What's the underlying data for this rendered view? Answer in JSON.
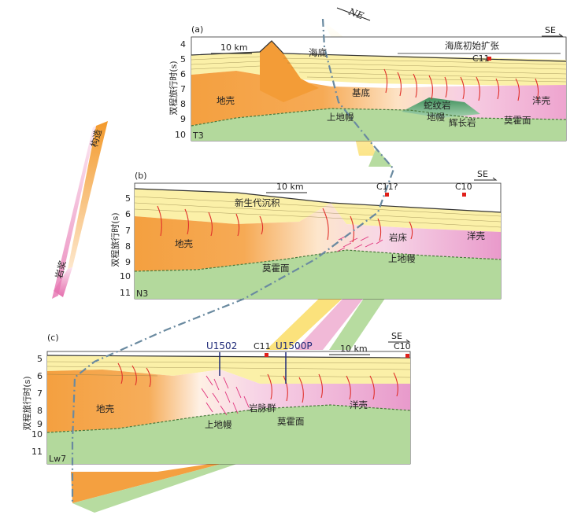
{
  "direction_labels": {
    "ne": "NE",
    "se": "SE"
  },
  "legend": {
    "tectonics": "构造",
    "magma": "岩浆"
  },
  "panels": [
    {
      "id": "(a)",
      "ylabel": "双程旅行时(s)",
      "ticks": [
        "4",
        "5",
        "6",
        "7",
        "8",
        "9",
        "10"
      ],
      "horizon": "T3",
      "scale": "10 km",
      "labels": {
        "seafloor": "海底",
        "rifting": "海底初始扩张",
        "basement": "基底",
        "crust": "地壳",
        "serpentinite": "蛇纹岩",
        "mantle": "地幔",
        "pyroxenite": "辉长岩",
        "upper_mantle": "上地幔",
        "moho": "莫霍面",
        "oceanic_crust": "洋壳"
      },
      "sites": [
        "C11"
      ]
    },
    {
      "id": "(b)",
      "ylabel": "双程旅行时(s)",
      "ticks": [
        "5",
        "6",
        "7",
        "8",
        "9",
        "10",
        "11"
      ],
      "horizon": "N3",
      "scale": "10 km",
      "labels": {
        "cenozoic": "新生代沉积",
        "crust": "地壳",
        "sill": "岩床",
        "oceanic_crust": "洋壳",
        "upper_mantle": "上地幔",
        "moho": "莫霍面"
      },
      "sites": [
        "C11?",
        "C10"
      ]
    },
    {
      "id": "(c)",
      "ylabel": "双程旅行时(s)",
      "ticks": [
        "5",
        "6",
        "7",
        "8",
        "9",
        "10",
        "11"
      ],
      "horizon": "Lw7",
      "scale": "10 km",
      "labels": {
        "crust": "地壳",
        "dyke_swarm": "岩脉群",
        "oceanic_crust": "洋壳",
        "upper_mantle": "上地幔",
        "moho": "莫霍面"
      },
      "sites": [
        "C11",
        "C10"
      ],
      "wells": [
        "U1502",
        "U1500P"
      ]
    }
  ]
}
